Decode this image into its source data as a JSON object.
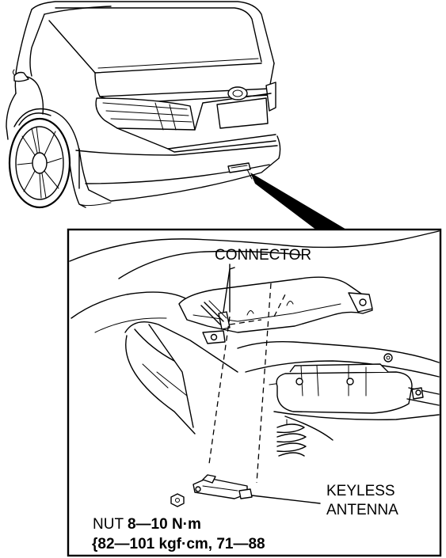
{
  "labels": {
    "connector": "CONNECTOR",
    "keyless_antenna_line1": "KEYLESS",
    "keyless_antenna_line2": "ANTENNA",
    "nut_prefix": "NUT ",
    "nut_torque_nm": "8—10 N·m",
    "nut_torque_kgf": "{82—101 kgf·cm, 71—88"
  }
}
